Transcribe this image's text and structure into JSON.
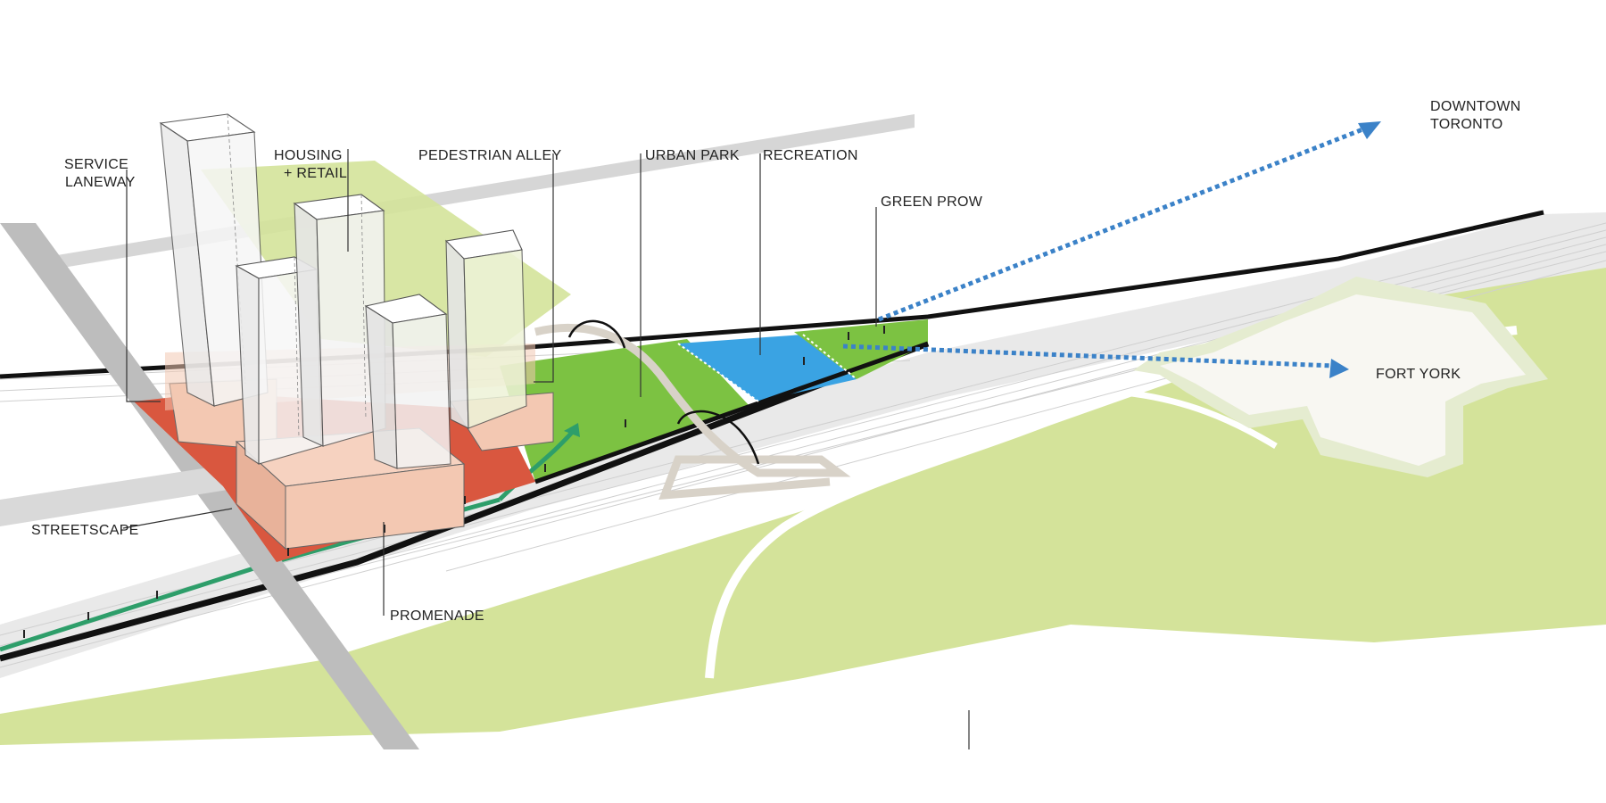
{
  "labels": {
    "service_laneway_1": "SERVICE",
    "service_laneway_2": "LANEWAY",
    "housing_retail_1": "HOUSING",
    "housing_retail_2": "+ RETAIL",
    "pedestrian_alley": "PEDESTRIAN ALLEY",
    "urban_park": "URBAN PARK",
    "recreation": "RECREATION",
    "green_prow": "GREEN PROW",
    "downtown_1": "DOWNTOWN",
    "downtown_2": "TORONTO",
    "fort_york": "FORT YORK",
    "streetscape": "STREETSCAPE",
    "promenade": "PROMENADE"
  },
  "colors": {
    "park_light": "#d4e39a",
    "park_green": "#7cc242",
    "recreation_blue": "#3aa3e3",
    "podium_peach": "#f3c8b2",
    "promenade_red": "#d9573f",
    "route_blue": "#3b82c8",
    "path_green": "#2e9e6a",
    "fort_fill": "#f8f7f2",
    "road_gray": "#bdbdbd",
    "rail_black": "#111111"
  }
}
